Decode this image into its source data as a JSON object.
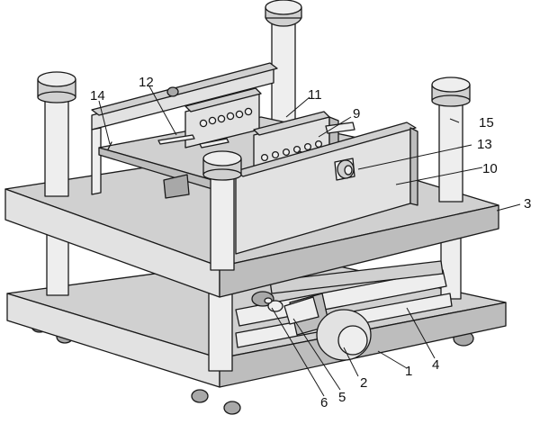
{
  "labels": {
    "n1": "1",
    "n2": "2",
    "n3": "3",
    "n4": "4",
    "n5": "5",
    "n6": "6",
    "n9": "9",
    "n10": "10",
    "n11": "11",
    "n12": "12",
    "n13": "13",
    "n14": "14",
    "n15": "15"
  }
}
